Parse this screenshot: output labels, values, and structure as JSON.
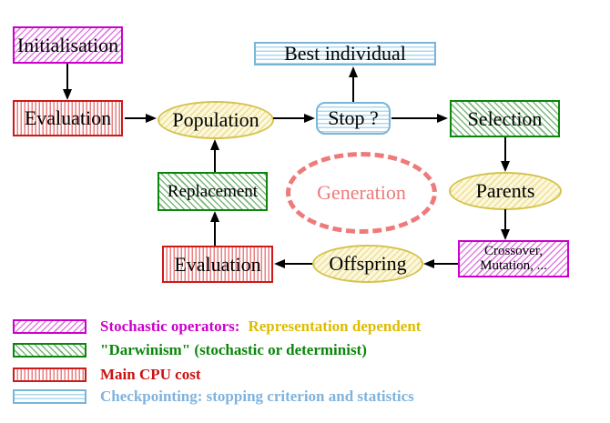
{
  "nodes": {
    "initialisation": "Initialisation",
    "evaluation_top": "Evaluation",
    "population": "Population",
    "best_individual": "Best individual",
    "stop": "Stop ?",
    "selection": "Selection",
    "parents": "Parents",
    "crossover_line1": "Crossover,",
    "crossover_line2": "Mutation, ...",
    "offspring": "Offspring",
    "evaluation_bottom": "Evaluation",
    "replacement": "Replacement",
    "generation": "Generation"
  },
  "legend": {
    "rows": [
      {
        "pattern": "magenta-diagonal-hatch",
        "parts": [
          {
            "text": "Stochastic operators:",
            "color": "#cc00cc"
          },
          {
            "text": "Representation dependent",
            "color": "#debc00"
          }
        ]
      },
      {
        "pattern": "green-diagonal-hatch",
        "parts": [
          {
            "text": "\"Darwinism\" (stochastic or determinist)",
            "color": "#0a860a"
          }
        ]
      },
      {
        "pattern": "red-vertical-stripes",
        "parts": [
          {
            "text": "Main CPU cost",
            "color": "#cc1111"
          }
        ]
      },
      {
        "pattern": "cyan-horizontal-stripes",
        "parts": [
          {
            "text": "Checkpointing: stopping criterion and statistics",
            "color": "#7fb3de"
          }
        ]
      }
    ]
  },
  "colors": {
    "magenta_border": "#cc00cc",
    "green_border": "#0a860a",
    "red_border": "#cc1a1a",
    "cyan_border": "#7ab5d8",
    "yellow_border": "#d6c34d",
    "salmon": "#ee7a7a",
    "arrow": "#000000",
    "background": "#ffffff"
  }
}
